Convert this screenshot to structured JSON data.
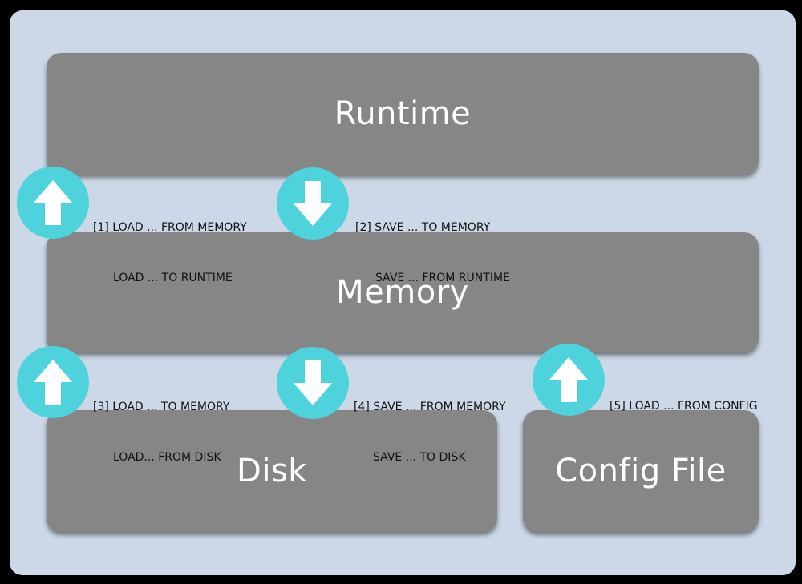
{
  "blocks": {
    "runtime": "Runtime",
    "memory": "Memory",
    "disk": "Disk",
    "config": "Config File"
  },
  "steps": [
    {
      "direction": "up",
      "line1": "[1] LOAD ... FROM MEMORY",
      "line2": "LOAD ... TO RUNTIME"
    },
    {
      "direction": "down",
      "line1": "[2] SAVE ... TO MEMORY",
      "line2": "SAVE ... FROM RUNTIME"
    },
    {
      "direction": "up",
      "line1": "[3] LOAD ... TO MEMORY",
      "line2": "LOAD... FROM DISK"
    },
    {
      "direction": "down",
      "line1": "[4] SAVE ... FROM MEMORY",
      "line2": "SAVE ... TO DISK"
    },
    {
      "direction": "up",
      "line1": "[5] LOAD ... FROM CONFIG",
      "line2": ""
    }
  ],
  "colors": {
    "background": "#000000",
    "panel": "#ccd8e7",
    "block": "#868686",
    "circle": "#4ed3dc",
    "arrow": "#ffffff"
  },
  "icons": {
    "up": "arrow-up-icon",
    "down": "arrow-down-icon"
  }
}
